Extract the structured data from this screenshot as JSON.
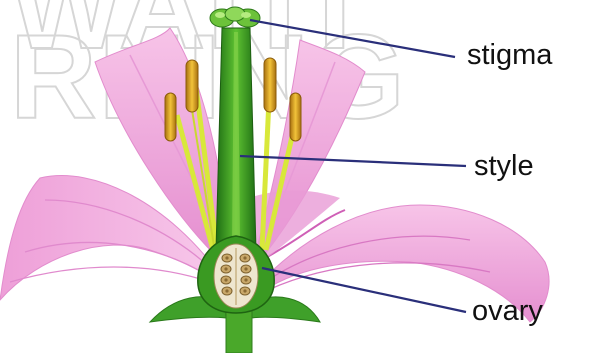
{
  "diagram": {
    "labels": [
      {
        "id": "stigma",
        "text": "stigma"
      },
      {
        "id": "style",
        "text": "style"
      },
      {
        "id": "ovary",
        "text": "ovary"
      }
    ]
  },
  "watermark": {
    "line1": "WAITI",
    "line2": "RNING"
  },
  "colors": {
    "petal": "#f2aad9",
    "petal_dark": "#d66cbd",
    "pistil": "#2e8b1e",
    "pistil_light": "#5cbf2f",
    "stamen_filament": "#d8e83a",
    "anther": "#d7a31c",
    "leader_line": "#2a2f7a",
    "ovule": "#caa76a"
  }
}
